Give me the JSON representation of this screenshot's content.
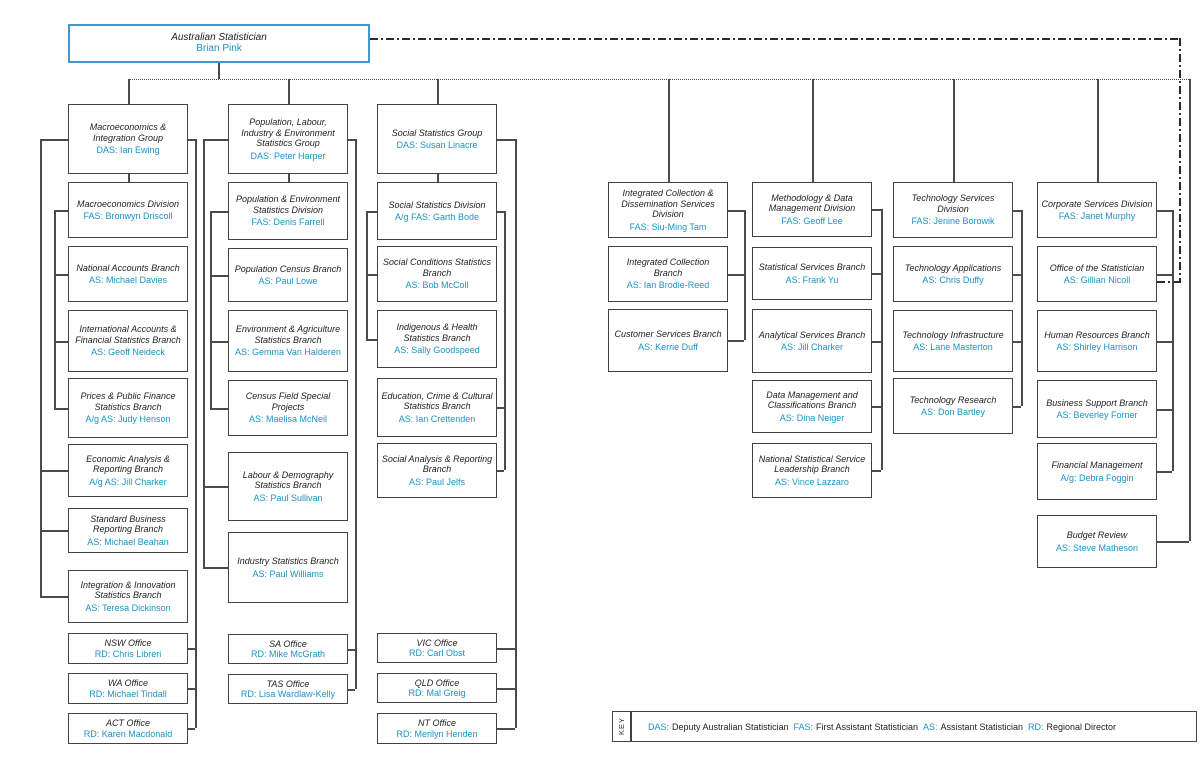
{
  "root": {
    "title": "Australian Statistician",
    "role": "Brian Pink"
  },
  "columns": [
    {
      "name": "macroeconomics-integration-group",
      "boxes": [
        {
          "title": "Macroeconomics & Integration Group",
          "role": "DAS: Ian Ewing"
        },
        {
          "title": "Macroeconomics Division",
          "role": "FAS: Bronwyn Driscoll"
        },
        {
          "title": "National Accounts Branch",
          "role": "AS: Michael Davies"
        },
        {
          "title": "International Accounts & Financial Statistics Branch",
          "role": "AS: Geoff Neideck"
        },
        {
          "title": "Prices & Public Finance Statistics Branch",
          "role": "A/g AS: Judy Henson"
        },
        {
          "title": "Economic Analysis & Reporting Branch",
          "role": "A/g AS: Jill Charker"
        },
        {
          "title": "Standard Business Reporting Branch",
          "role": "AS: Michael Beahan"
        },
        {
          "title": "Integration & Innovation Statistics Branch",
          "role": "AS: Teresa Dickinson"
        },
        {
          "title": "NSW Office",
          "role": "RD: Chris Libreri"
        },
        {
          "title": "WA Office",
          "role": "RD: Michael Tindall"
        },
        {
          "title": "ACT Office",
          "role": "RD: Karen Macdonald"
        }
      ]
    },
    {
      "name": "population-labour-industry-environment-group",
      "boxes": [
        {
          "title": "Population, Labour, Industry & Environment Statistics Group",
          "role": "DAS: Peter Harper"
        },
        {
          "title": "Population & Environment Statistics Division",
          "role": "FAS: Denis Farrell"
        },
        {
          "title": "Population Census Branch",
          "role": "AS: Paul Lowe"
        },
        {
          "title": "Environment & Agriculture Statistics Branch",
          "role": "AS: Gemma Van Halderen"
        },
        {
          "title": "Census Field Special Projects",
          "role": "AS: Maelisa McNeil"
        },
        {
          "title": "Labour & Demography Statistics Branch",
          "role": "AS: Paul Sullivan"
        },
        {
          "title": "Industry Statistics Branch",
          "role": "AS: Paul Williams"
        },
        {
          "title": "SA Office",
          "role": "RD: Mike McGrath"
        },
        {
          "title": "TAS Office",
          "role": "RD: Lisa Wardlaw-Kelly"
        }
      ]
    },
    {
      "name": "social-statistics-group",
      "boxes": [
        {
          "title": "Social Statistics Group",
          "role": "DAS: Susan Linacre"
        },
        {
          "title": "Social Statistics Division",
          "role": "A/g FAS: Garth Bode"
        },
        {
          "title": "Social Conditions Statistics Branch",
          "role": "AS: Bob McColl"
        },
        {
          "title": "Indigenous & Health Statistics Branch",
          "role": "AS: Sally Goodspeed"
        },
        {
          "title": "Education, Crime & Cultural Statistics Branch",
          "role": "AS: Ian Crettenden"
        },
        {
          "title": "Social Analysis & Reporting Branch",
          "role": "AS: Paul Jelfs"
        },
        {
          "title": "VIC Office",
          "role": "RD: Carl Obst"
        },
        {
          "title": "QLD Office",
          "role": "RD: Mal Greig"
        },
        {
          "title": "NT Office",
          "role": "RD: Merilyn Henden"
        }
      ]
    },
    {
      "name": "integrated-collection-dissemination-division",
      "boxes": [
        {
          "title": "Integrated Collection & Dissemination Services Division",
          "role": "FAS: Siu-Ming Tam"
        },
        {
          "title": "Integrated Collection Branch",
          "role": "AS: Ian Brodie-Reed"
        },
        {
          "title": "Customer Services Branch",
          "role": "AS: Kerrie Duff"
        }
      ]
    },
    {
      "name": "methodology-data-management-division",
      "boxes": [
        {
          "title": "Methodology & Data Management Division",
          "role": "FAS: Geoff Lee"
        },
        {
          "title": "Statistical Services Branch",
          "role": "AS: Frank Yu"
        },
        {
          "title": "Analytical Services Branch",
          "role": "AS: Jill Charker"
        },
        {
          "title": "Data Management and Classifications Branch",
          "role": "AS: Dina Neiger"
        },
        {
          "title": "National Statistical Service Leadership Branch",
          "role": "AS: Vince Lazzaro"
        }
      ]
    },
    {
      "name": "technology-services-division",
      "boxes": [
        {
          "title": "Technology Services Division",
          "role": "FAS: Jenine Borowik"
        },
        {
          "title": "Technology Applications",
          "role": "AS: Chris Duffy"
        },
        {
          "title": "Technology Infrastructure",
          "role": "AS: Lane Masterton"
        },
        {
          "title": "Technology Research",
          "role": "AS: Don Bartley"
        }
      ]
    },
    {
      "name": "corporate-services-division",
      "boxes": [
        {
          "title": "Corporate Services Division",
          "role": "FAS: Janet Murphy"
        },
        {
          "title": "Office of the Statistician",
          "role": "AS: Gillian Nicoll"
        },
        {
          "title": "Human Resources Branch",
          "role": "AS: Shirley Harrison"
        },
        {
          "title": "Business Support Branch",
          "role": "AS: Beverley Forner"
        },
        {
          "title": "Financial Management",
          "role": "A/g: Debra Foggin"
        },
        {
          "title": "Budget Review",
          "role": "AS: Steve Matheson"
        }
      ]
    }
  ],
  "key": {
    "label": "KEY",
    "entries": [
      {
        "abbr": "DAS:",
        "meaning": "Deputy Australian Statistician"
      },
      {
        "abbr": "FAS:",
        "meaning": "First Assistant Statistician"
      },
      {
        "abbr": "AS:",
        "meaning": "Assistant Statistician"
      },
      {
        "abbr": "RD:",
        "meaning": "Regional Director"
      }
    ]
  },
  "colors": {
    "accent_blue": "#4597c9",
    "role_text": "#1c93c6",
    "line": "#4b4b4d",
    "box_border": "#424244"
  }
}
